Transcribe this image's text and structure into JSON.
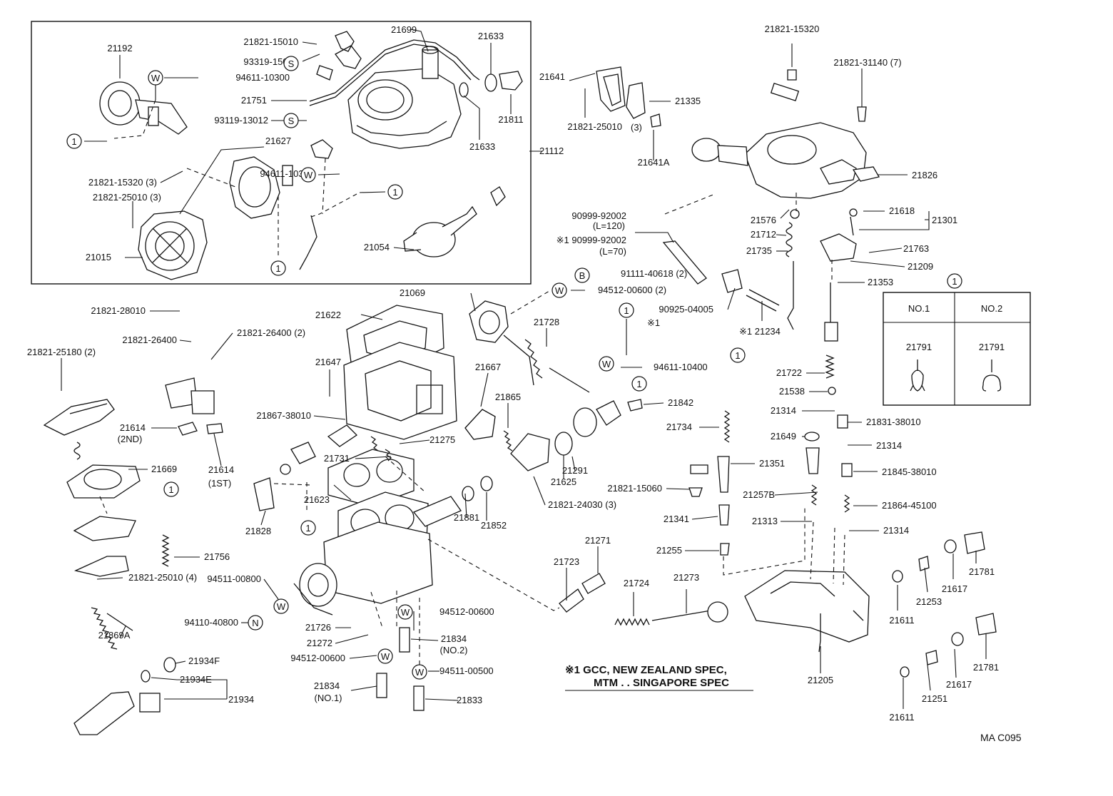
{
  "diagram": {
    "code": "MA C095",
    "note_line1": "※1 GCC, NEW ZEALAND SPEC,",
    "note_line2": "MTM . . SINGAPORE SPEC",
    "legend": {
      "ref": "1",
      "col1_header": "NO.1",
      "col2_header": "NO.2",
      "col1_part": "21791",
      "col2_part": "21791"
    },
    "callouts": [
      {
        "text": "21192"
      },
      {
        "text": "21821-15010"
      },
      {
        "text": "93319-15010"
      },
      {
        "text": "94611-10300"
      },
      {
        "text": "21699"
      },
      {
        "text": "21633"
      },
      {
        "text": "21751"
      },
      {
        "text": "21811"
      },
      {
        "text": "93119-13012"
      },
      {
        "text": "21627"
      },
      {
        "text": "21633"
      },
      {
        "text": "21112"
      },
      {
        "text": "21821-15320 (3)"
      },
      {
        "text": "94611-10300"
      },
      {
        "text": "21821-25010 (3)"
      },
      {
        "text": "21054"
      },
      {
        "text": "21015"
      },
      {
        "text": "21641"
      },
      {
        "text": "21335"
      },
      {
        "text": "21821-25010"
      },
      {
        "text": "(3)"
      },
      {
        "text": "21641A"
      },
      {
        "text": "21821-15320"
      },
      {
        "text": "21821-31140 (7)"
      },
      {
        "text": "21826"
      },
      {
        "text": "90999-92002"
      },
      {
        "text": "(L=120)"
      },
      {
        "text": "※1 90999-92002"
      },
      {
        "text": "(L=70)"
      },
      {
        "text": "21576"
      },
      {
        "text": "21712"
      },
      {
        "text": "21735"
      },
      {
        "text": "21618"
      },
      {
        "text": "21301"
      },
      {
        "text": "21763"
      },
      {
        "text": "21209"
      },
      {
        "text": "21353"
      },
      {
        "text": "91111-40618 (2)"
      },
      {
        "text": "94512-00600 (2)"
      },
      {
        "text": "21069"
      },
      {
        "text": "90925-04005"
      },
      {
        "text": "※1"
      },
      {
        "text": "※1 21234"
      },
      {
        "text": "21821-28010"
      },
      {
        "text": "21622"
      },
      {
        "text": "21728"
      },
      {
        "text": "21821-26400"
      },
      {
        "text": "21821-26400 (2)"
      },
      {
        "text": "21821-25180 (2)"
      },
      {
        "text": "94611-10400"
      },
      {
        "text": "21647"
      },
      {
        "text": "21667"
      },
      {
        "text": "21722"
      },
      {
        "text": "21538"
      },
      {
        "text": "21842"
      },
      {
        "text": "21865"
      },
      {
        "text": "21867-38010"
      },
      {
        "text": "21314"
      },
      {
        "text": "21831-38010"
      },
      {
        "text": "21614"
      },
      {
        "text": "(2ND)"
      },
      {
        "text": "21734"
      },
      {
        "text": "21275"
      },
      {
        "text": "21649"
      },
      {
        "text": "21314"
      },
      {
        "text": "21731"
      },
      {
        "text": "21614"
      },
      {
        "text": "(1ST)"
      },
      {
        "text": "21669"
      },
      {
        "text": "21291"
      },
      {
        "text": "21351"
      },
      {
        "text": "21845-38010"
      },
      {
        "text": "21625"
      },
      {
        "text": "21821-15060"
      },
      {
        "text": "21623"
      },
      {
        "text": "21257B"
      },
      {
        "text": "21864-45100"
      },
      {
        "text": "21828"
      },
      {
        "text": "21821-24030 (3)"
      },
      {
        "text": "21881"
      },
      {
        "text": "21852"
      },
      {
        "text": "21341"
      },
      {
        "text": "21313"
      },
      {
        "text": "21314"
      },
      {
        "text": "21271"
      },
      {
        "text": "21255"
      },
      {
        "text": "21756"
      },
      {
        "text": "21723"
      },
      {
        "text": "21781"
      },
      {
        "text": "94511-00800"
      },
      {
        "text": "21724"
      },
      {
        "text": "21273"
      },
      {
        "text": "21617"
      },
      {
        "text": "21821-25010 (4)"
      },
      {
        "text": "21253"
      },
      {
        "text": "94512-00600"
      },
      {
        "text": "94110-40800"
      },
      {
        "text": "21611"
      },
      {
        "text": "21726"
      },
      {
        "text": "21834"
      },
      {
        "text": "(NO.2)"
      },
      {
        "text": "21272"
      },
      {
        "text": "21869A"
      },
      {
        "text": "94512-00600"
      },
      {
        "text": "21934F"
      },
      {
        "text": "94511-00500"
      },
      {
        "text": "21781"
      },
      {
        "text": "21617"
      },
      {
        "text": "21934E"
      },
      {
        "text": "21834"
      },
      {
        "text": "(NO.1)"
      },
      {
        "text": "21205"
      },
      {
        "text": "21934"
      },
      {
        "text": "21251"
      },
      {
        "text": "21833"
      },
      {
        "text": "21611"
      }
    ],
    "symbols": [
      {
        "text": "W"
      },
      {
        "text": "S"
      },
      {
        "text": "1"
      },
      {
        "text": "S"
      },
      {
        "text": "W"
      },
      {
        "text": "1"
      },
      {
        "text": "1"
      },
      {
        "text": "B"
      },
      {
        "text": "W"
      },
      {
        "text": "1"
      },
      {
        "text": "W"
      },
      {
        "text": "1"
      },
      {
        "text": "1"
      },
      {
        "text": "1"
      },
      {
        "text": "1"
      },
      {
        "text": "W"
      },
      {
        "text": "N"
      },
      {
        "text": "W"
      },
      {
        "text": "W"
      },
      {
        "text": "W"
      }
    ]
  }
}
